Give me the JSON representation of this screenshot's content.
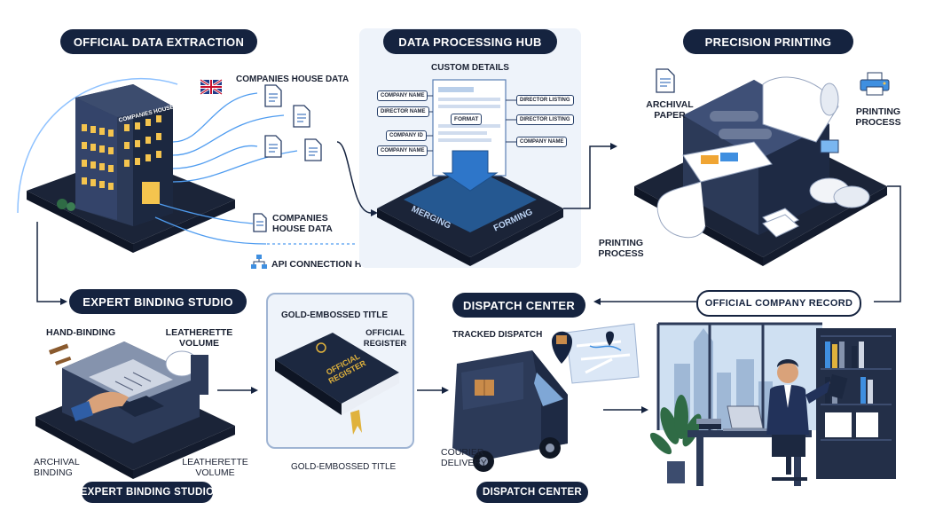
{
  "sections": {
    "extraction": {
      "title": "OFFICIAL DATA EXTRACTION",
      "building_sign": "COMPANIES HOUSE",
      "label_top": "COMPANIES HOUSE DATA",
      "label_bottom": "COMPANIES HOUSE DATA",
      "api_label": "API CONNECTION HUB",
      "flag_icon": "uk-flag-icon"
    },
    "processing": {
      "title": "DATA PROCESSING HUB",
      "subtitle": "CUSTOM DETAILS",
      "left_tags": [
        "COMPANY NAME",
        "DIRECTOR NAME",
        "COMPANY ID",
        "COMPANY NAME"
      ],
      "right_tags": [
        "DIRECTOR LISTING",
        "DIRECTOR LISTING",
        "COMPANY NAME"
      ],
      "center_tag": "FORMAT",
      "platform_left": "MERGING",
      "platform_right": "FORMING"
    },
    "printing": {
      "title": "PRECISION PRINTING",
      "archival_paper": "ARCHIVAL PAPER",
      "printing_process_top": "PRINTING PROCESS",
      "printing_process_bottom": "PRINTING PROCESS"
    },
    "record": {
      "label": "OFFICIAL COMPANY RECORD"
    },
    "binding": {
      "title": "EXPERT BINDING STUDIO",
      "hand_binding": "HAND-BINDING",
      "leatherette_top": "LEATHERETTE VOLUME",
      "archival_binding": "ARCHIVAL BINDING",
      "leatherette_bottom": "LEATHERETTE VOLUME",
      "footer": "EXPERT BINDING STUDIO"
    },
    "book": {
      "title_top": "GOLD-EMBOSSED TITLE",
      "cover_text": "OFFICIAL REGISTER",
      "official_register": "OFFICIAL REGISTER",
      "title_bottom": "GOLD-EMBOSSED TITLE"
    },
    "dispatch": {
      "title": "DISPATCH CENTER",
      "tracked": "TRACKED DISPATCH",
      "courier": "COURIER DELIVERY",
      "footer": "DISPATCH CENTER"
    }
  },
  "colors": {
    "navy": "#15233f",
    "accent_blue": "#3f8fe0",
    "gold": "#e0b23c",
    "panel_bg": "#eef3fa"
  }
}
